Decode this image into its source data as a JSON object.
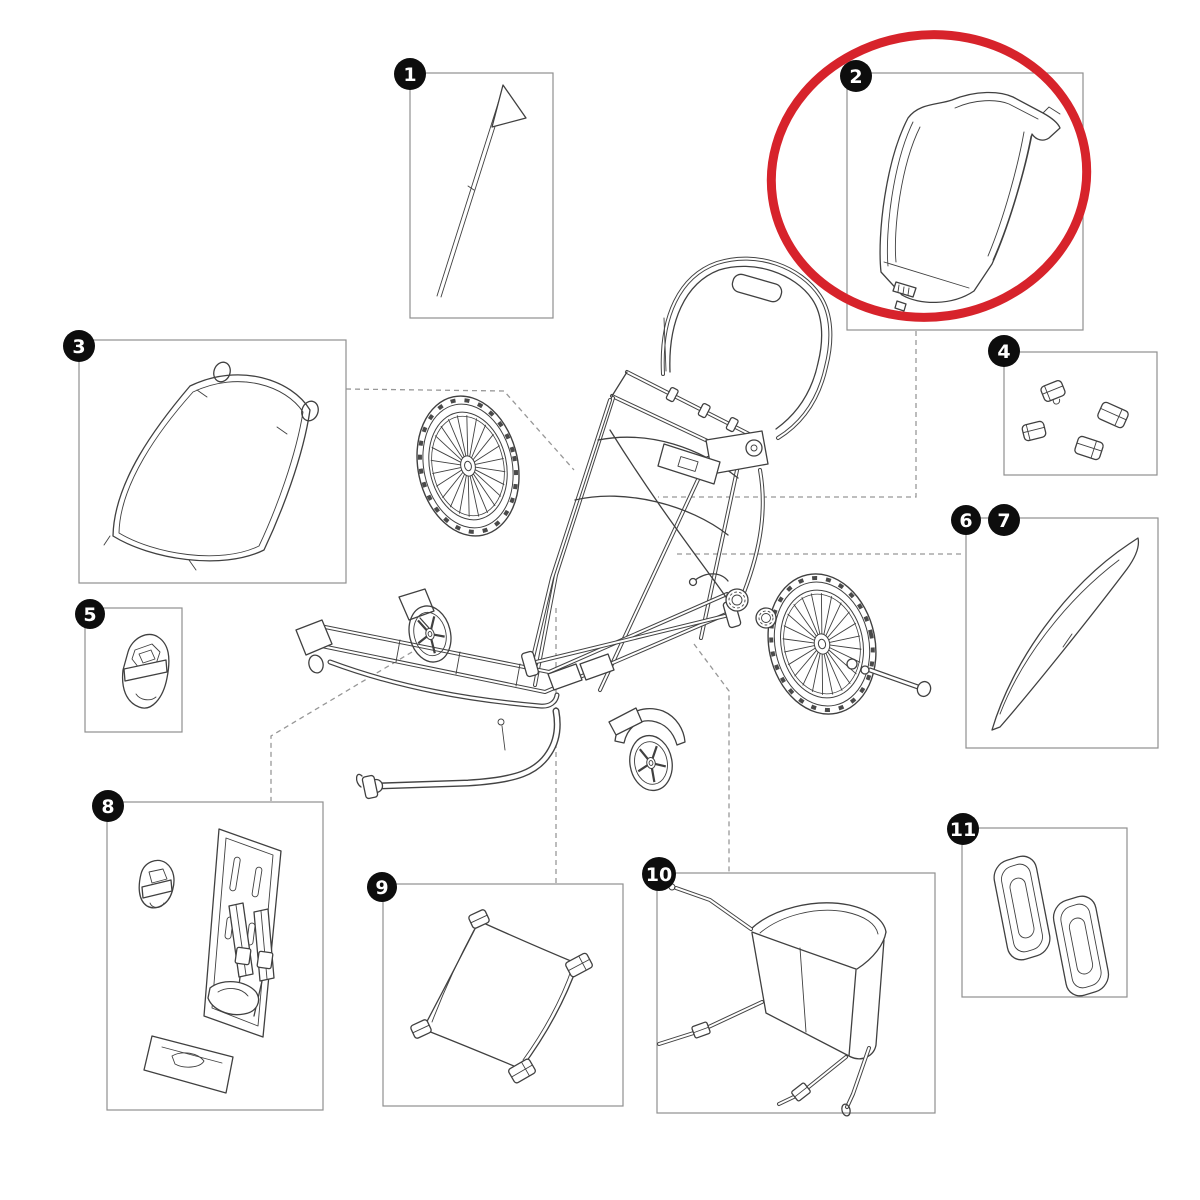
{
  "diagram": {
    "background_color": "#ffffff",
    "line_color": "#404040",
    "box_border_color": "#8f8f8f",
    "badge": {
      "background": "#0d0d0d",
      "text_color": "#ffffff"
    },
    "highlight": {
      "part_number": "2",
      "color": "#d7232b",
      "shape": "ellipse-outline"
    },
    "parts": [
      {
        "number": "1"
      },
      {
        "number": "2"
      },
      {
        "number": "3"
      },
      {
        "number": "4"
      },
      {
        "number": "5"
      },
      {
        "number": "6"
      },
      {
        "number": "7"
      },
      {
        "number": "8"
      },
      {
        "number": "9"
      },
      {
        "number": "10"
      },
      {
        "number": "11"
      }
    ]
  }
}
